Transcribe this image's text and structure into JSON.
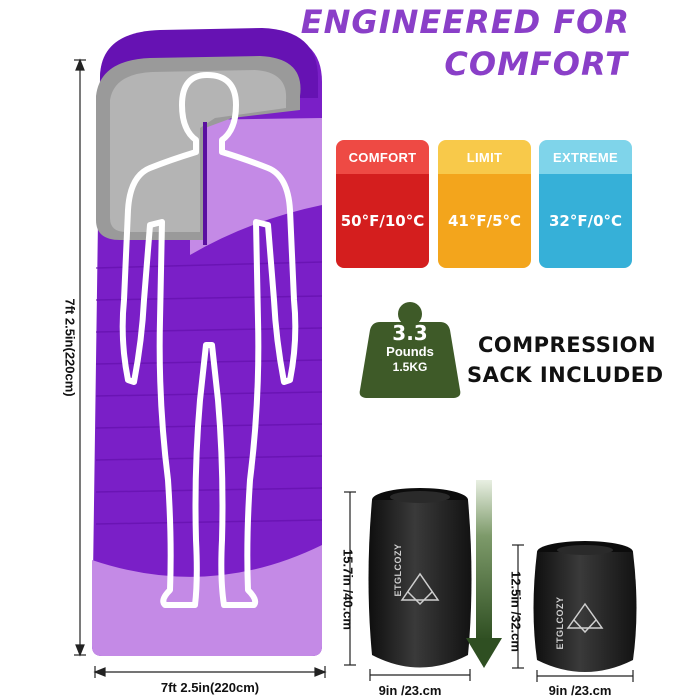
{
  "headline": {
    "line1": "ENGINEERED FOR",
    "line2": "COMFORT"
  },
  "temperature": {
    "comfort": {
      "label": "COMFORT",
      "value": "50°F/10°C"
    },
    "limit": {
      "label": "LIMIT",
      "value": "41°F/5°C"
    },
    "extreme": {
      "label": "EXTREME",
      "value": "32°F/0°C"
    }
  },
  "weight": {
    "number": "3.3",
    "unit": "Pounds",
    "metric": "1.5KG"
  },
  "compression": {
    "line1": "COMPRESSION",
    "line2": "SACK INCLUDED"
  },
  "dimensions": {
    "length": "7ft 2.5in(220cm)",
    "width": "7ft 2.5in(220cm)",
    "large_sack_height": "15.7in /40.cm",
    "large_sack_width": "9in /23.cm",
    "small_sack_height": "12.5in /32.cm",
    "small_sack_width": "9in /23.cm"
  },
  "brand": "ETGLCOZY",
  "colors": {
    "headline": "#8a3fc8",
    "bag_dark": "#7a1fc7",
    "bag_light": "#c48ae6",
    "weight_badge": "#3e5a28",
    "sack": "#1e1e1e"
  }
}
